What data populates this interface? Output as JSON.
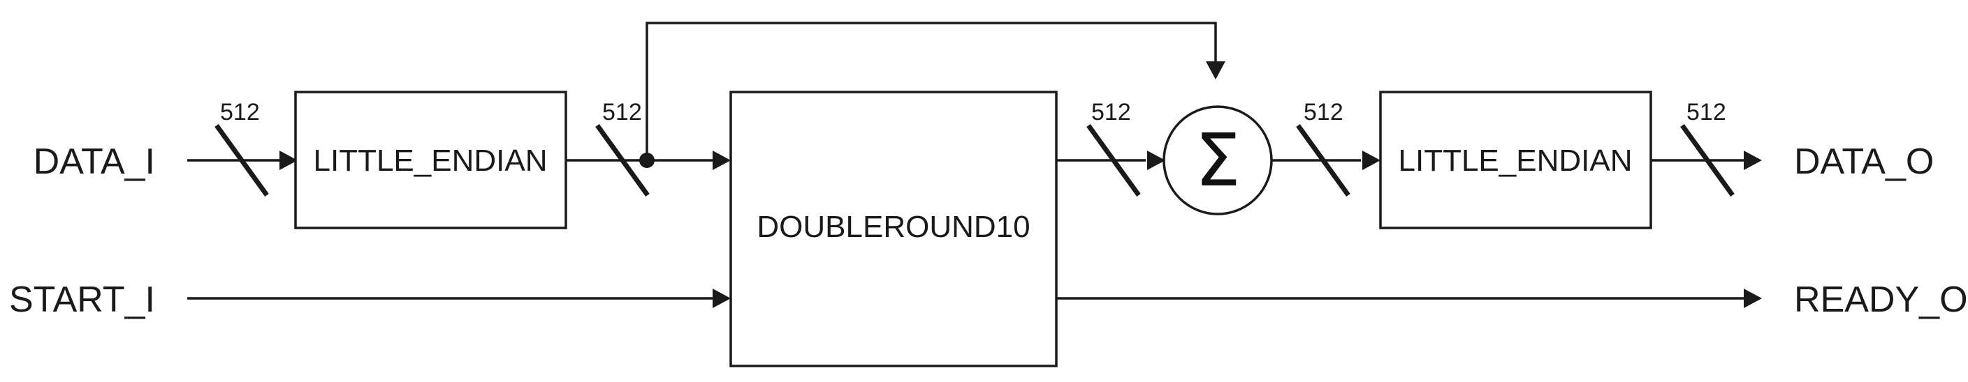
{
  "inputs": {
    "data_in": "DATA_I",
    "start_in": "START_I"
  },
  "outputs": {
    "data_out": "DATA_O",
    "ready_out": "READY_O"
  },
  "blocks": {
    "little_endian_in": "LITTLE_ENDIAN",
    "doubleround": "DOUBLEROUND10",
    "little_endian_out": "LITTLE_ENDIAN"
  },
  "adder": {
    "symbol": "Σ"
  },
  "bus_widths": {
    "data_in": "512",
    "after_le_in": "512",
    "after_doubleround": "512",
    "after_adder": "512",
    "data_out": "512"
  }
}
